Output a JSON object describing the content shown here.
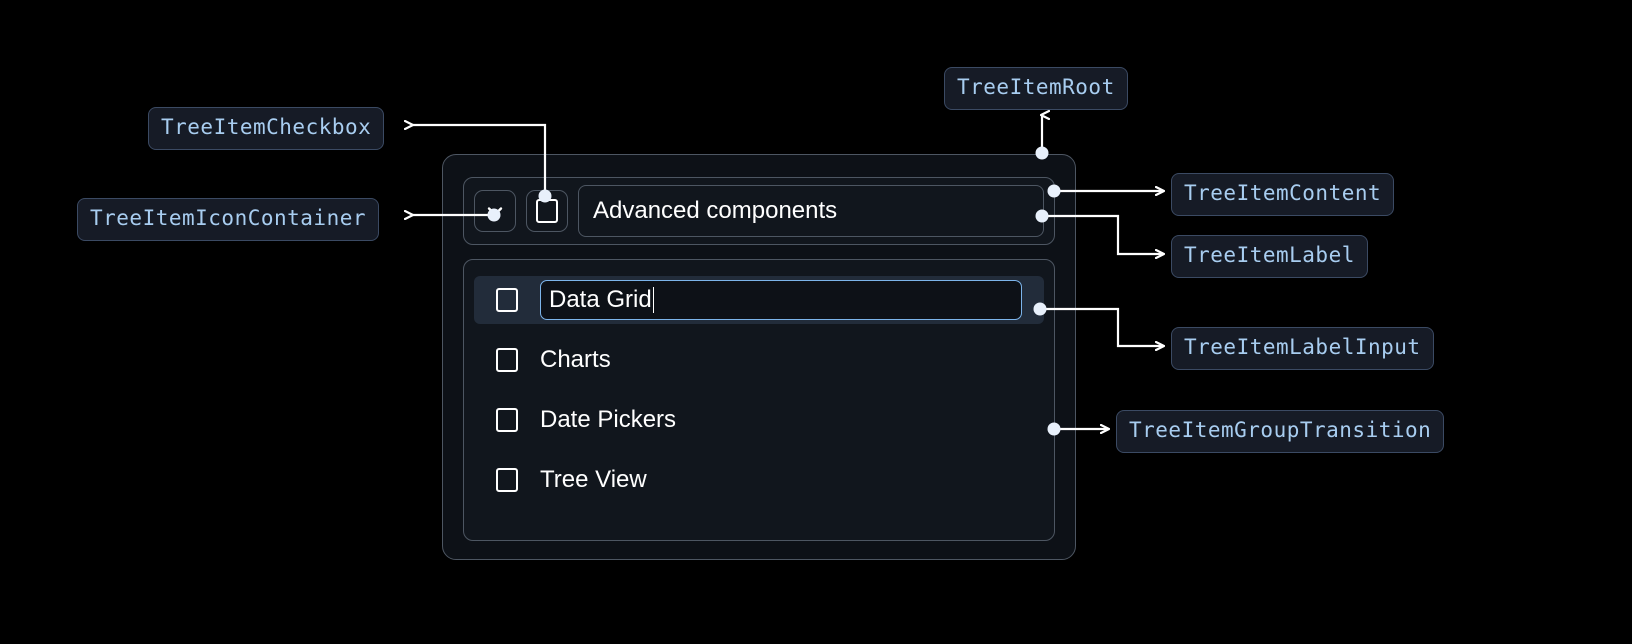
{
  "theme": {
    "background": "#000000",
    "panel_bg": "#0d1117",
    "panel_bg_alt": "#11161d",
    "border": "#4d5662",
    "badge_bg": "#161b26",
    "badge_border": "#3b4a63",
    "badge_text": "#a8cdf0",
    "text": "#ffffff",
    "selected_row_bg": "#222c3a",
    "input_focus_border": "#7cb4ea",
    "connector": "#ffffff"
  },
  "annotations": [
    {
      "id": "checkbox",
      "label": "TreeItemCheckbox"
    },
    {
      "id": "icon_container",
      "label": "TreeItemIconContainer"
    },
    {
      "id": "root",
      "label": "TreeItemRoot"
    },
    {
      "id": "content",
      "label": "TreeItemContent"
    },
    {
      "id": "label",
      "label": "TreeItemLabel"
    },
    {
      "id": "label_input",
      "label": "TreeItemLabelInput"
    },
    {
      "id": "group_transition",
      "label": "TreeItemGroupTransition"
    }
  ],
  "tree": {
    "parent": {
      "label": "Advanced components",
      "expand_icon": "chevron-down-icon",
      "checkbox_checked": false
    },
    "children": [
      {
        "label": "Data Grid",
        "checked": false,
        "editing": true,
        "selected": true
      },
      {
        "label": "Charts",
        "checked": false,
        "editing": false,
        "selected": false
      },
      {
        "label": "Date Pickers",
        "checked": false,
        "editing": false,
        "selected": false
      },
      {
        "label": "Tree View",
        "checked": false,
        "editing": false,
        "selected": false
      }
    ]
  }
}
